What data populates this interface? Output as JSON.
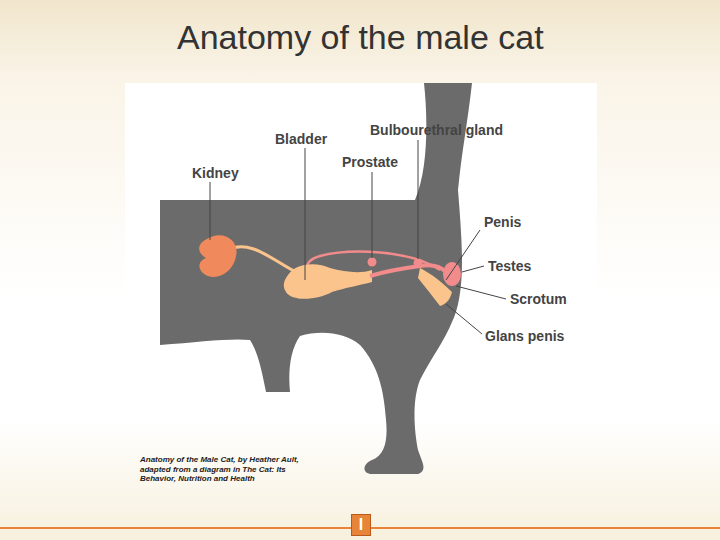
{
  "diagram": {
    "title": "Anatomy of the male cat",
    "caption": "Anatomy of the Male Cat, by Heather Ault, adapted from a diagram in The Cat: Its Behavior, Nutrition and Health",
    "labels": [
      "Bladder",
      "Bulbourethral gland",
      "Prostate",
      "Kidney",
      "Penis",
      "Testes",
      "Scrotum",
      "Glans penis",
      "I"
    ]
  }
}
